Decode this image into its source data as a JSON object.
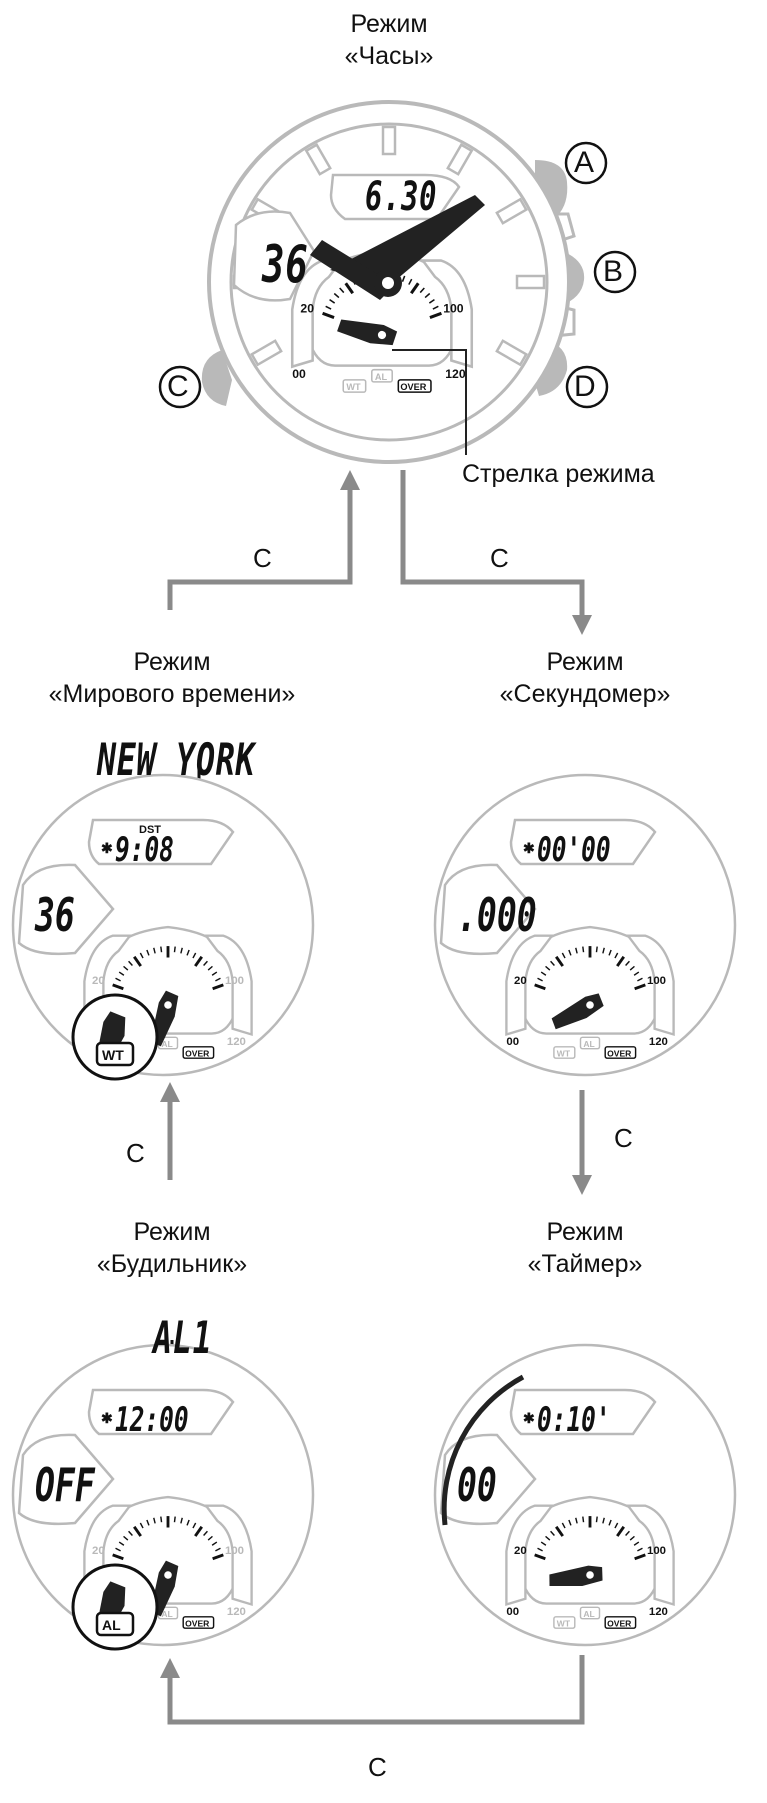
{
  "modes": {
    "time": {
      "title_line1": "Режим",
      "title_line2": "«Часы»",
      "top_value": "6.30",
      "left_value": "36"
    },
    "world_time": {
      "title_line1": "Режим",
      "title_line2": "«Мирового времени»",
      "city": "NEW YORK",
      "dst": "DST",
      "time_value": "9:08",
      "left_value": "36",
      "badge": "WT"
    },
    "stopwatch": {
      "title_line1": "Режим",
      "title_line2": "«Секундомер»",
      "top_value": "00'00",
      "left_value": ".000"
    },
    "alarm": {
      "title_line1": "Режим",
      "title_line2": "«Будильник»",
      "alarm_name": "AL1",
      "time_value": "12:00",
      "left_value": "OFF",
      "badge": "AL"
    },
    "timer": {
      "title_line1": "Режим",
      "title_line2": "«Таймер»",
      "top_value": "0:10'",
      "left_value": "00"
    }
  },
  "buttons": {
    "a": "A",
    "b": "B",
    "c": "C",
    "d": "D"
  },
  "mode_hand_label": "Стрелка режима",
  "transition_label": "C",
  "dial": {
    "scale_20": "20",
    "scale_100": "100",
    "scale_00": "00",
    "scale_120": "120",
    "wt": "WT",
    "al": "AL",
    "over": "OVER"
  },
  "colors": {
    "outline": "#b9b9b9",
    "arrow": "#8a8a8a",
    "dark": "#222222"
  }
}
